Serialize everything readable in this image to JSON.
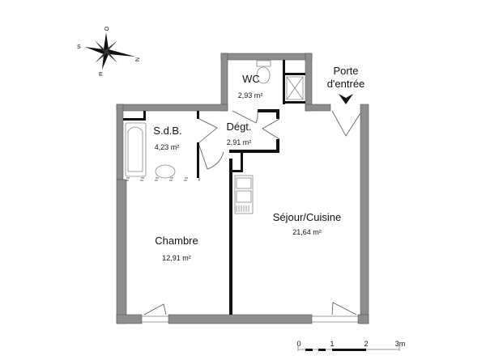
{
  "compass": {
    "north": "N",
    "east": "E",
    "south": "S",
    "west": "O"
  },
  "entrance": {
    "label_line1": "Porte",
    "label_line2": "d'entrée"
  },
  "rooms": [
    {
      "name": "WC",
      "area": "2,93 m²"
    },
    {
      "name": "S.d.B.",
      "area": "4,23 m²"
    },
    {
      "name": "Dégt.",
      "area": "2,91 m²"
    },
    {
      "name": "Séjour/Cuisine",
      "area": "21,64 m²"
    },
    {
      "name": "Chambre",
      "area": "12,91 m²"
    }
  ],
  "scale": {
    "ticks": [
      "0",
      "1",
      "2",
      "3m"
    ]
  },
  "colors": {
    "wall": "#8e8e8e",
    "partition": "#111111"
  }
}
